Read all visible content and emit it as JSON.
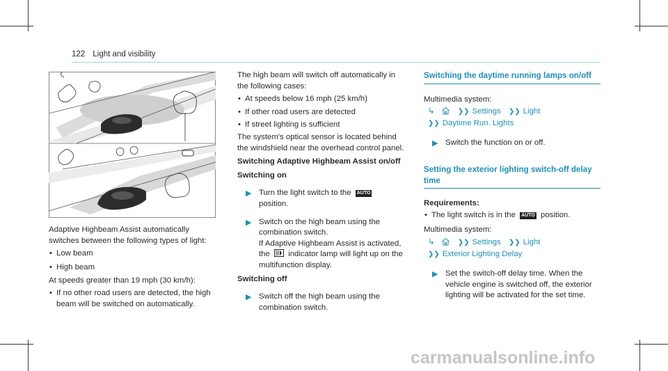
{
  "header": {
    "page_number": "122",
    "section": "Light and visibility"
  },
  "col1": {
    "caption": "Adaptive Highbeam Assist automatically switches between the following types of light:",
    "light_types": [
      "Low beam",
      "High beam"
    ],
    "speed_text": "At speeds greater than 19 mph (30 km/h):",
    "speed_items": [
      "If no other road users are detected, the high beam will be switched on automatically."
    ]
  },
  "col2": {
    "intro": "The high beam will switch off automatically in the following cases:",
    "cases": [
      "At speeds below 16 mph (25 km/h)",
      "If other road users are detected",
      "If street lighting is sufficient"
    ],
    "sensor_text": "The system's optical sensor is located behind the windshield near the overhead control panel.",
    "heading": "Switching Adaptive Highbeam Assist on/off",
    "on_heading": "Switching on",
    "on_step1_a": "Turn the light switch to the",
    "auto_label": "AUTO",
    "on_step1_b": "position.",
    "on_step2": "Switch on the high beam using the combina­tion switch.",
    "on_step2_b": "If Adaptive Highbeam Assist is activated,",
    "on_step2_c_a": "the",
    "on_step2_c_b": "indicator lamp will light up on the multifunction display.",
    "off_heading": "Switching off",
    "off_step1": "Switch off the high beam using the combina­tion switch."
  },
  "col3": {
    "sec1_heading": "Switching the daytime running lamps on/off",
    "multimedia_label": "Multimedia system:",
    "path1": [
      "Settings",
      "Light",
      "Daytime Run. Lights"
    ],
    "sec1_step": "Switch the function on or off.",
    "sec2_heading": "Setting the exterior lighting switch-off delay time",
    "req_heading": "Requirements:",
    "req_item_a": "The light switch is in the",
    "req_item_b": "position.",
    "path2": [
      "Settings",
      "Light",
      "Exterior Lighting Delay"
    ],
    "sec2_step": "Set the switch-off delay time. When the vehicle engine is switched off, the exterior lighting will be activated for the set time."
  },
  "watermark": "carmanualsonline.info",
  "colors": {
    "accent": "#1f8fb5",
    "header_rule": "#9fd0e0"
  }
}
